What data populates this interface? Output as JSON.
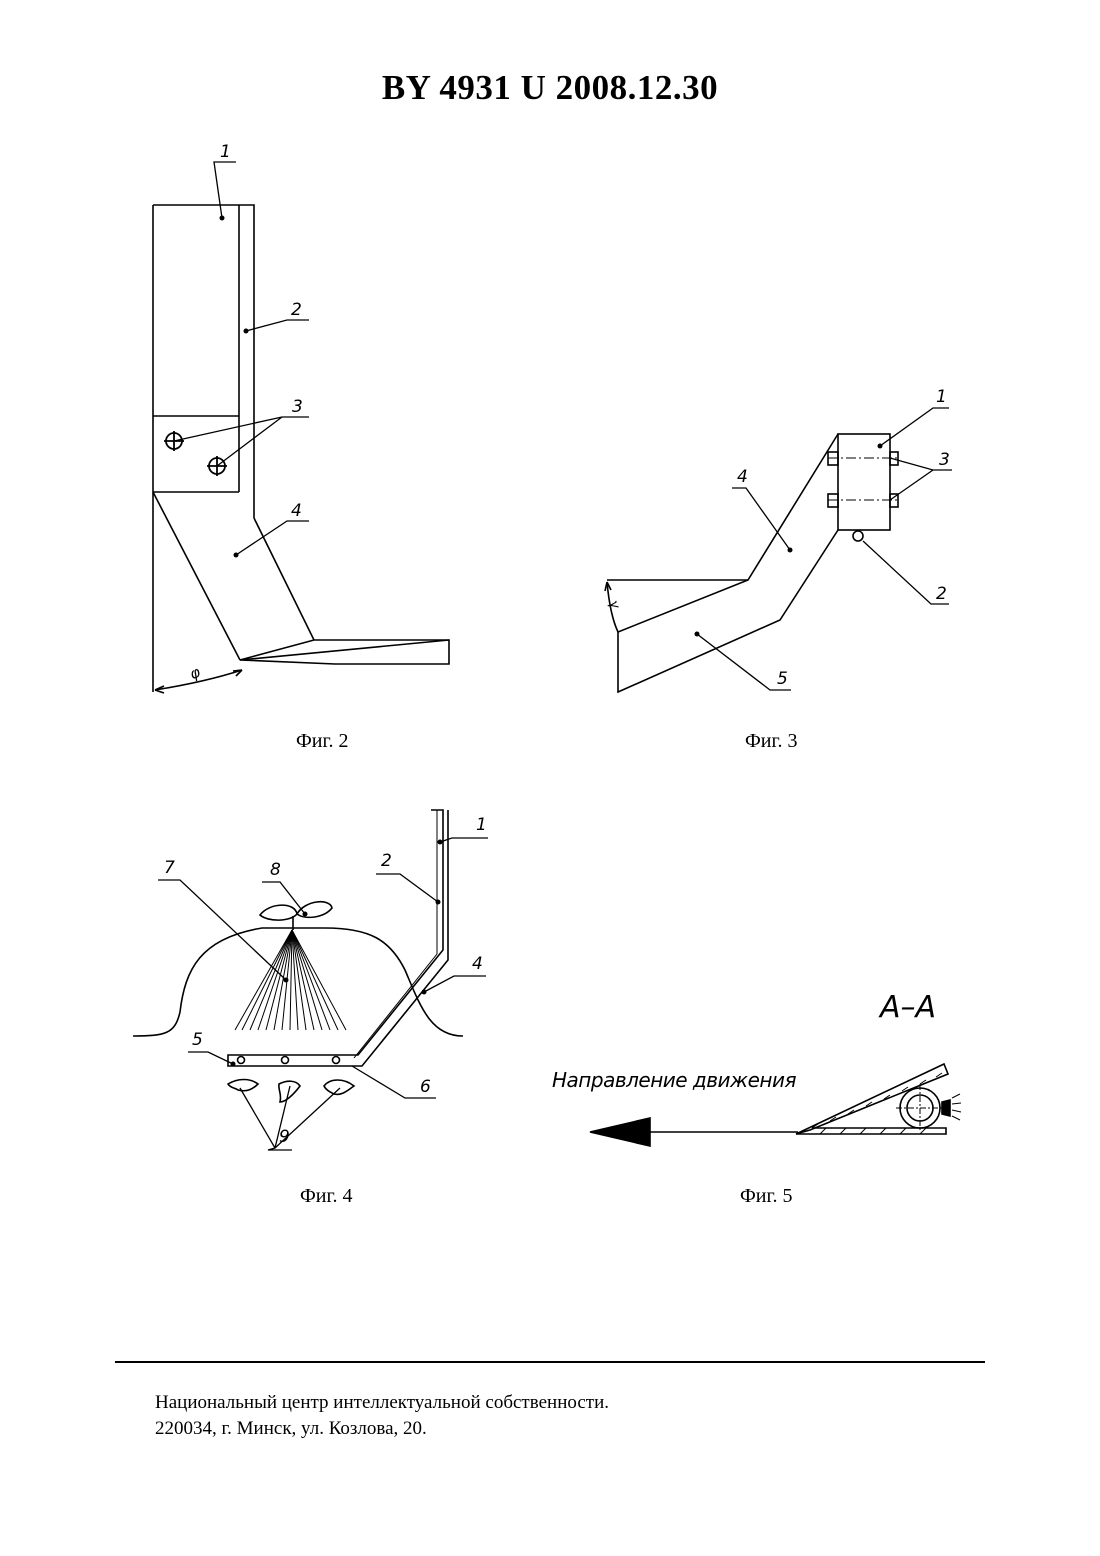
{
  "header": {
    "publication": "BY  4931  U  2008.12.30"
  },
  "figures": {
    "fig2": {
      "caption": "Фиг. 2",
      "labels": [
        "1",
        "2",
        "3",
        "4"
      ],
      "angle_symbol": "φ"
    },
    "fig3": {
      "caption": "Фиг. 3",
      "labels": [
        "1",
        "2",
        "3",
        "4",
        "5"
      ],
      "angle_symbol": "γ"
    },
    "fig4": {
      "caption": "Фиг. 4",
      "labels": [
        "1",
        "2",
        "4",
        "5",
        "6",
        "7",
        "8",
        "9"
      ]
    },
    "fig5": {
      "caption": "Фиг. 5",
      "section_label": "А–А",
      "direction_label": "Направление движения"
    }
  },
  "footer": {
    "line1": "Национальный центр интеллектуальной собственности.",
    "line2": "220034, г. Минск, ул. Козлова, 20."
  }
}
